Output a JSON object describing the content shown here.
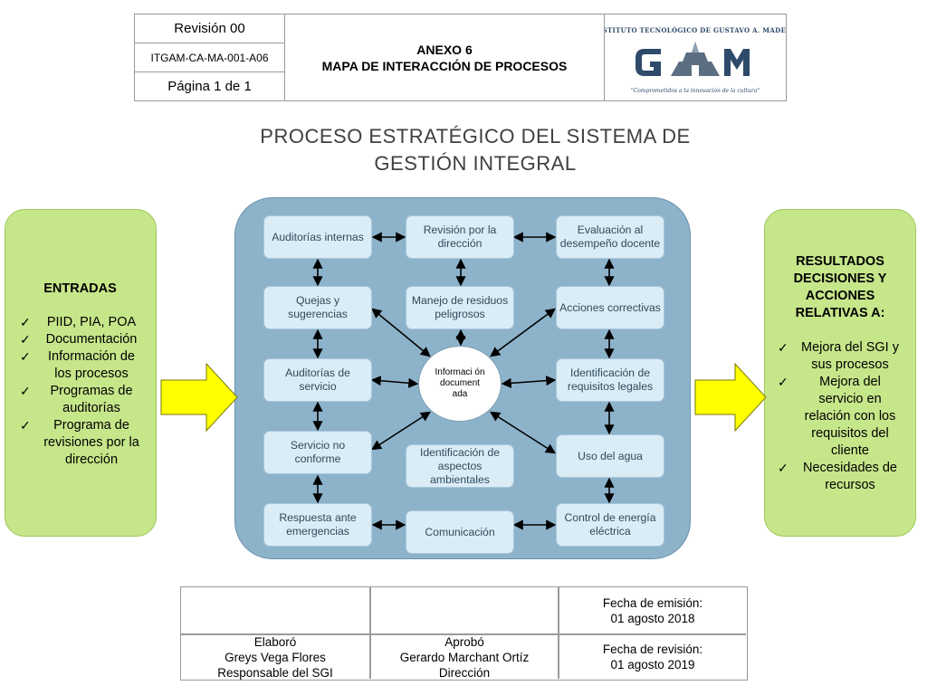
{
  "header": {
    "revision": "Revisión 00",
    "code": "ITGAM-CA-MA-001-A06",
    "page": "Página 1 de 1",
    "annex": "ANEXO 6",
    "doc_title": "MAPA DE INTERACCIÓN DE PROCESOS",
    "logo": {
      "institution": "Instituto Tecnológico de Gustavo A. Madero",
      "mark": "GAM",
      "slogan": "Comprometidos a la innovación de la cultura"
    }
  },
  "title_line1": "PROCESO ESTRATÉGICO DEL SISTEMA DE",
  "title_line2": "GESTIÓN INTEGRAL",
  "inputs": {
    "heading": "ENTRADAS",
    "items": [
      "PIID, PIA, POA",
      "Documentación",
      "Información de los procesos",
      "Programas de auditorías",
      "Programa de revisiones por la dirección"
    ]
  },
  "outputs": {
    "heading": "RESULTADOS DECISIONES Y ACCIONES RELATIVAS A:",
    "items": [
      "Mejora del SGI y sus procesos",
      "Mejora del servicio en relación con los requisitos del cliente",
      "Necesidades de recursos"
    ]
  },
  "processes": {
    "auditorias_internas": "Auditorías internas",
    "revision_direccion": "Revisión por la dirección",
    "evaluacion_docente": "Evaluación al desempeño docente",
    "quejas": "Quejas y sugerencias",
    "residuos": "Manejo de residuos peligrosos",
    "acciones_correctivas": "Acciones correctivas",
    "auditorias_servicio": "Auditorías de servicio",
    "requisitos_legales": "Identificación de requisitos legales",
    "servicio_no_conforme": "Servicio no conforme",
    "aspectos_ambientales": "Identificación de aspectos ambientales",
    "uso_agua": "Uso del agua",
    "respuesta_emergencias": "Respuesta ante emergencias",
    "comunicacion": "Comunicación",
    "energia": "Control de energía eléctrica",
    "center": "Informaci ón document ada"
  },
  "footer": {
    "issue_label": "Fecha de emisión:",
    "issue_date": "01 agosto 2018",
    "revision_label": "Fecha de revisión:",
    "revision_date": "01 agosto 2019",
    "prepared_label": "Elaboró",
    "prepared_name": "Greys Vega Flores",
    "prepared_role": "Responsable del SGI",
    "approved_label": "Aprobó",
    "approved_name": "Gerardo Marchant Ortíz",
    "approved_role": "Dirección"
  },
  "colors": {
    "panel": "#8db3cb",
    "process_box": "#daecf6",
    "side_box": "#c6e68a",
    "big_arrow": "#ffff00",
    "logo_blue": "#2d4a6b"
  }
}
